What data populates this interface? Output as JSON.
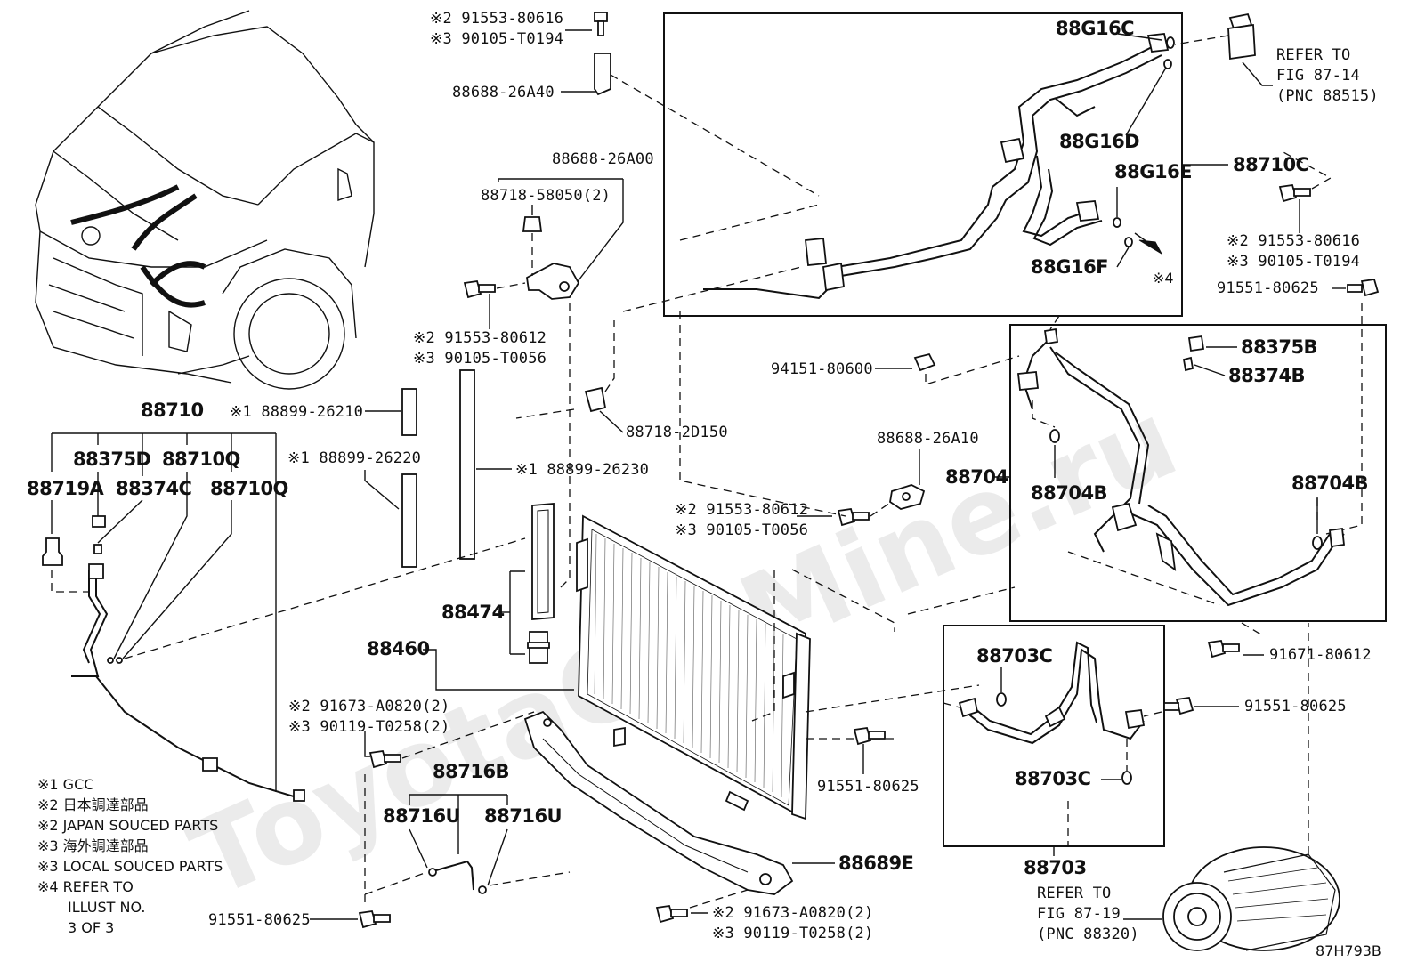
{
  "watermark": "ToyotaCarMine.ru",
  "figure_id": "87H793B",
  "labels": {
    "bolt_top_2": "※2 91553-80616",
    "bolt_top_3": "※3 90105-T0194",
    "bracket_26a40": "88688-26A40",
    "bracket_26a00": "88688-26A00",
    "clip_58050": "88718-58050(2)",
    "bolt_mid_2": "※2 91553-80612",
    "bolt_mid_3": "※3 90105-T0056",
    "seal_26210": "※1 88899-26210",
    "seal_26220": "※1 88899-26220",
    "seal_26230": "※1 88899-26230",
    "clip_2d150": "88718-2D150",
    "bracket_26a10": "88688-26A10",
    "bolt_r2_2": "※2 91553-80612",
    "bolt_r2_3": "※3 90105-T0056",
    "nut_80600": "94151-80600",
    "tube_88710": "88710",
    "p_88375d": "88375D",
    "p_88710q_a": "88710Q",
    "p_88719a": "88719A",
    "p_88374c": "88374C",
    "p_88710q_b": "88710Q",
    "p_88474": "88474",
    "p_88460": "88460",
    "bolt_low_2": "※2 91673-A0820(2)",
    "bolt_low_3": "※3 90119-T0258(2)",
    "p_88716b": "88716B",
    "p_88716u_a": "88716U",
    "p_88716u_b": "88716U",
    "bolt_80625_a": "91551-80625",
    "p_88689e": "88689E",
    "bolt_bot_2": "※2 91673-A0820(2)",
    "bolt_bot_3": "※3 90119-T0258(2)",
    "bolt_80625_b": "91551-80625",
    "p_88703c_a": "88703C",
    "p_88703c_b": "88703C",
    "p_88703": "88703",
    "bolt_80612": "91671-80612",
    "bolt_80625_c": "91551-80625",
    "p_88704": "88704",
    "p_88704b_a": "88704B",
    "p_88704b_b": "88704B",
    "p_88375b": "88375B",
    "p_88374b": "88374B",
    "p_88g16c": "88G16C",
    "p_88g16d": "88G16D",
    "p_88g16e": "88G16E",
    "p_88g16f": "88G16F",
    "p_88710c": "88710C",
    "ref4": "※4",
    "bolt_r_2": "※2 91553-80616",
    "bolt_r_3": "※3 90105-T0194",
    "bolt_80625_d": "91551-80625"
  },
  "refs": {
    "fig8714": [
      "REFER TO",
      "FIG 87-14",
      "(PNC 88515)"
    ],
    "fig8719": [
      "REFER TO",
      "FIG 87-19",
      "(PNC 88320)"
    ]
  },
  "legend": [
    "※1 GCC",
    "※2 日本調達部品",
    "※2 JAPAN SOUCED PARTS",
    "※3 海外調達部品",
    "※3 LOCAL SOUCED PARTS",
    "※4  REFER TO",
    "ILLUST NO.",
    "3 OF 3"
  ]
}
